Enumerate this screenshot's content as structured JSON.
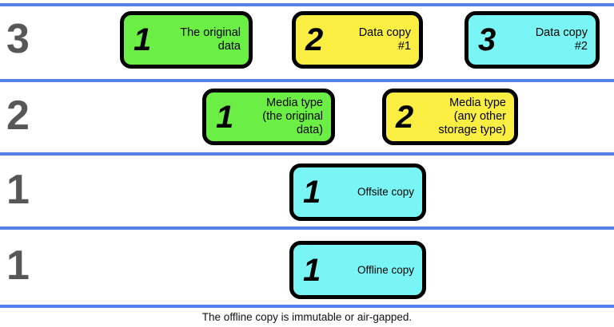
{
  "diagram": {
    "title_caption": "The offline copy is immutable or air-gapped.",
    "colors": {
      "rule_blue": "#5580e8",
      "green": "#6bef45",
      "yellow": "#faee43",
      "cyan": "#7af5f5",
      "row_number_gray": "#575757",
      "border_black": "#000000",
      "background": "#ffffff"
    },
    "rows": [
      {
        "row_number": "3",
        "cards": [
          {
            "num": "1",
            "label": "The original\ndata",
            "color": "green"
          },
          {
            "num": "2",
            "label": "Data copy\n#1",
            "color": "yellow"
          },
          {
            "num": "3",
            "label": "Data copy\n#2",
            "color": "cyan"
          }
        ]
      },
      {
        "row_number": "2",
        "cards": [
          {
            "num": "1",
            "label": "Media type\n(the original\ndata)",
            "color": "green"
          },
          {
            "num": "2",
            "label": "Media type\n(any other\nstorage type)",
            "color": "yellow"
          }
        ]
      },
      {
        "row_number": "1",
        "cards": [
          {
            "num": "1",
            "label": "Offsite copy",
            "color": "cyan"
          }
        ]
      },
      {
        "row_number": "1",
        "cards": [
          {
            "num": "1",
            "label": "Offline copy",
            "color": "cyan"
          }
        ]
      }
    ]
  }
}
